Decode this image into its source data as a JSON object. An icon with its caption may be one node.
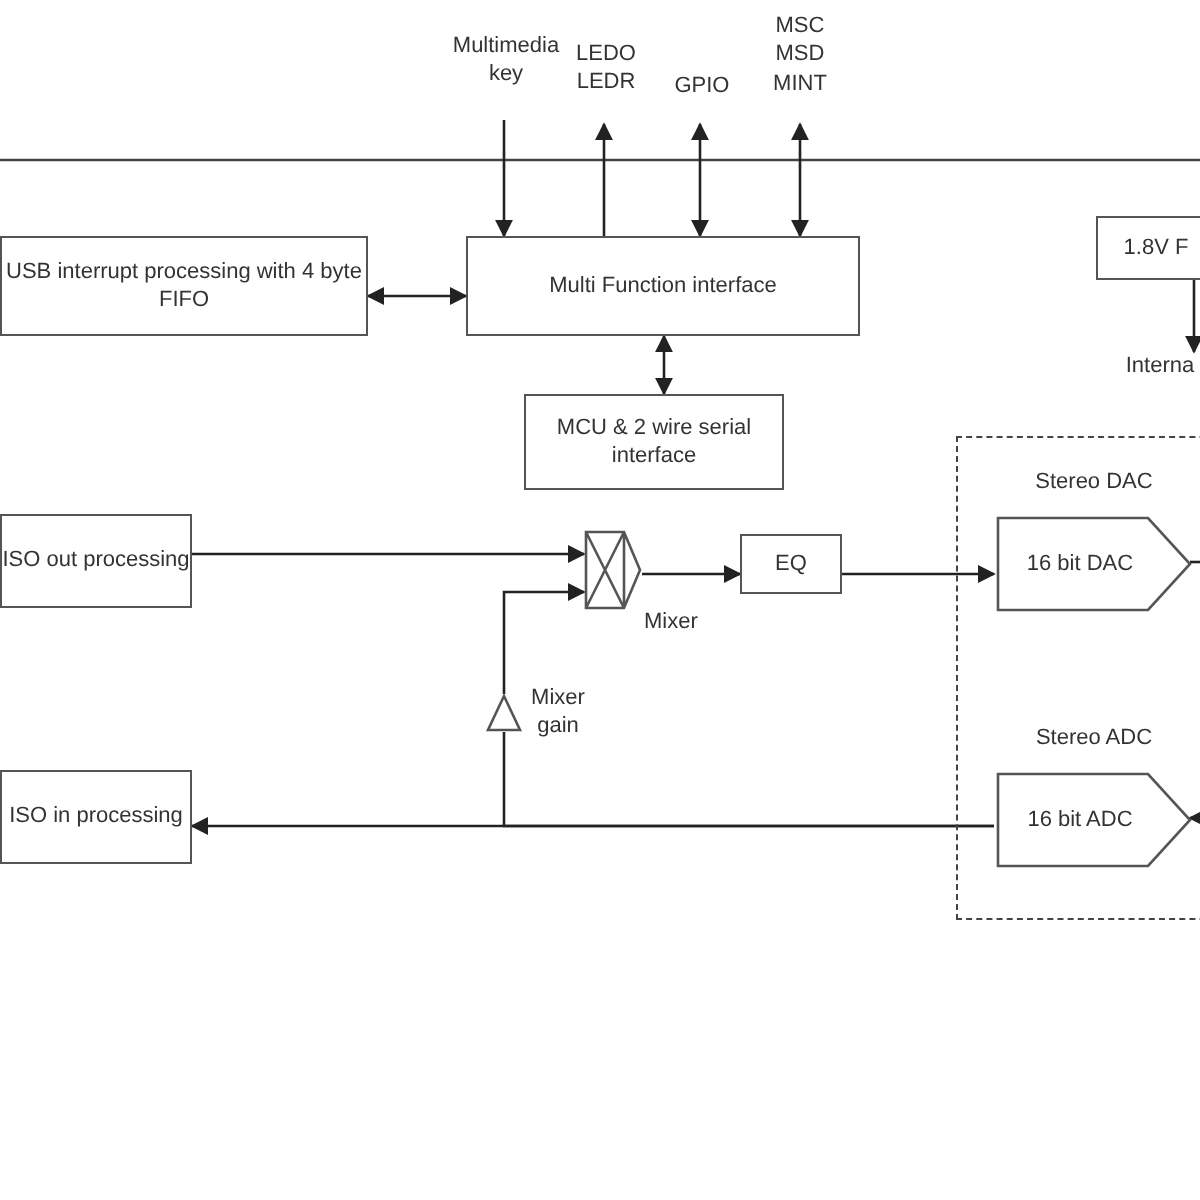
{
  "diagram": {
    "nodes": [
      {
        "text": [
          "Multimedia key"
        ]
      },
      {
        "text": [
          "LEDO LEDR"
        ]
      },
      {
        "text": [
          "GPIO"
        ]
      },
      {
        "text": [
          "MSC MSD MINT"
        ]
      },
      {
        "text": [
          "USB interrupt processing with 4 byte FIFO"
        ]
      },
      {
        "text": [
          "Multi Function interface"
        ]
      },
      {
        "text": [
          "1.8V F"
        ]
      },
      {
        "text": [
          "Interna"
        ]
      },
      {
        "text": [
          "MCU & 2 wire serial interface"
        ]
      },
      {
        "text": [],
        "shape": "box"
      },
      {
        "text": [
          "Stereo DAC",
          "16 bit DAC"
        ],
        "in": 9
      },
      {
        "text": [
          "ISO out processing"
        ]
      },
      {
        "text": [],
        "shape": "box",
        "beside": [
          "Mixer"
        ]
      },
      {
        "text": [
          "EQ"
        ]
      },
      {
        "text": [],
        "shape": "triangle",
        "beside": [
          "Mixer gain"
        ]
      },
      {
        "text": [
          "ISO in processing"
        ]
      },
      {
        "text": [
          "Stereo ADC",
          "16 bit ADC"
        ],
        "in": 9
      }
    ],
    "edges": [
      {
        "from": 0,
        "to": 5,
        "arrow": "to"
      },
      {
        "from": 5,
        "to": 1,
        "arrow": "to"
      },
      {
        "from": 5,
        "to": 2,
        "arrow": "both"
      },
      {
        "from": 5,
        "to": 3,
        "arrow": "both"
      },
      {
        "from": 4,
        "to": 5,
        "arrow": "both"
      },
      {
        "from": 5,
        "to": 8,
        "arrow": "both"
      },
      {
        "from": 6,
        "to": 7,
        "arrow": "to"
      },
      {
        "from": 11,
        "to": 12,
        "arrow": "to"
      },
      {
        "from": 12,
        "to": 13,
        "arrow": "to"
      },
      {
        "from": 13,
        "to": 10,
        "arrow": "to"
      },
      {
        "from": 10,
        "to": null,
        "arrow": "none"
      },
      {
        "from": null,
        "to": 16,
        "arrow": "to"
      },
      {
        "from": 16,
        "to": 15,
        "arrow": "to"
      },
      {
        "from": 16,
        "to": 14,
        "arrow": "none"
      },
      {
        "from": 14,
        "to": 12,
        "arrow": "to"
      }
    ]
  }
}
